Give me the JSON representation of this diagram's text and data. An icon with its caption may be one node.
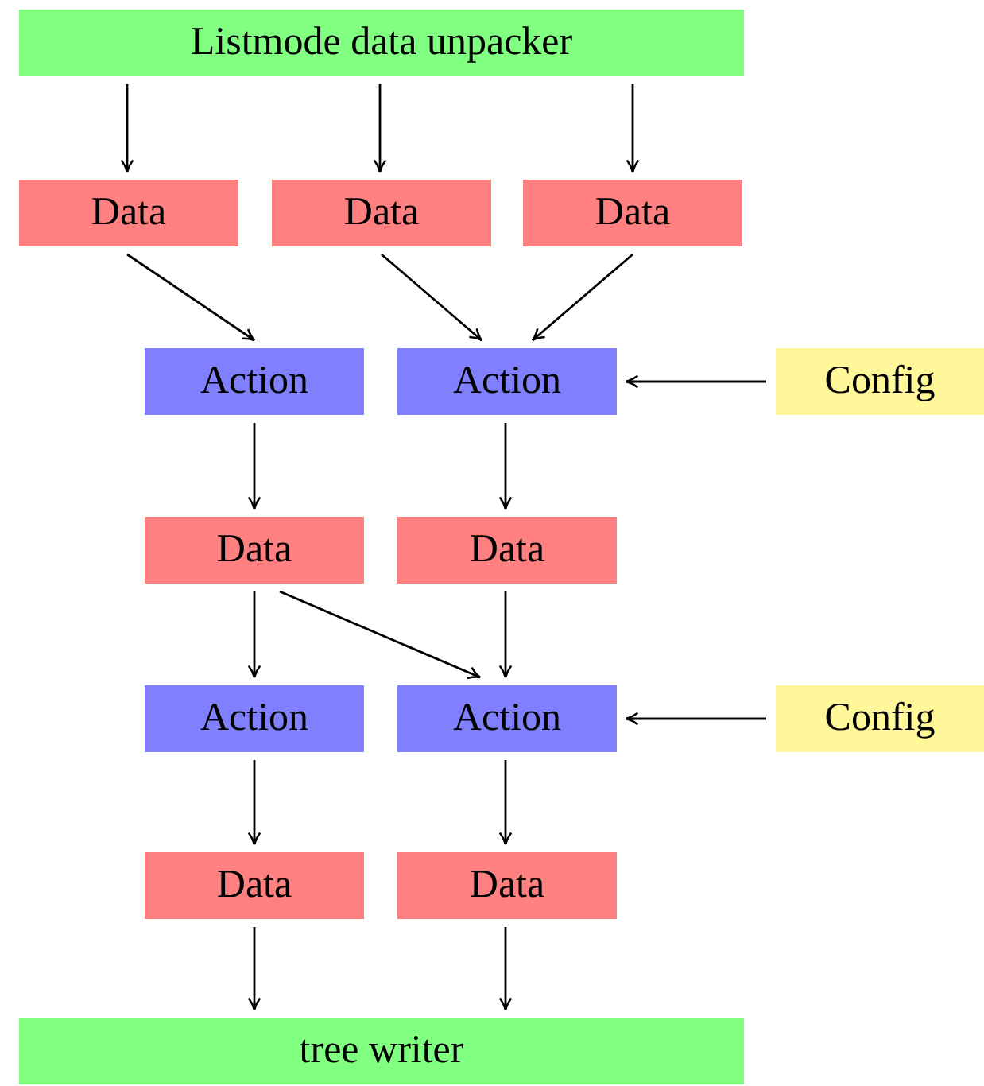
{
  "diagram": {
    "nodes": [
      {
        "text": [
          "Listmode data unpacker"
        ]
      },
      {
        "text": [
          "Data"
        ]
      },
      {
        "text": [
          "Data"
        ]
      },
      {
        "text": [
          "Data"
        ]
      },
      {
        "text": [
          "Action"
        ]
      },
      {
        "text": [
          "Action"
        ]
      },
      {
        "text": [
          "Config"
        ]
      },
      {
        "text": [
          "Data"
        ]
      },
      {
        "text": [
          "Data"
        ]
      },
      {
        "text": [
          "Action"
        ]
      },
      {
        "text": [
          "Action"
        ]
      },
      {
        "text": [
          "Config"
        ]
      },
      {
        "text": [
          "Data"
        ]
      },
      {
        "text": [
          "Data"
        ]
      },
      {
        "text": [
          "tree writer"
        ]
      }
    ],
    "edges": [
      {
        "from": 0,
        "to": 1,
        "arrow": "to"
      },
      {
        "from": 0,
        "to": 2,
        "arrow": "to"
      },
      {
        "from": 0,
        "to": 3,
        "arrow": "to"
      },
      {
        "from": 1,
        "to": 4,
        "arrow": "to"
      },
      {
        "from": 2,
        "to": 5,
        "arrow": "to"
      },
      {
        "from": 3,
        "to": 5,
        "arrow": "to"
      },
      {
        "from": 6,
        "to": 5,
        "arrow": "to"
      },
      {
        "from": 4,
        "to": 7,
        "arrow": "to"
      },
      {
        "from": 5,
        "to": 8,
        "arrow": "to"
      },
      {
        "from": 7,
        "to": 9,
        "arrow": "to"
      },
      {
        "from": 7,
        "to": 10,
        "arrow": "to"
      },
      {
        "from": 8,
        "to": 10,
        "arrow": "to"
      },
      {
        "from": 11,
        "to": 10,
        "arrow": "to"
      },
      {
        "from": 9,
        "to": 12,
        "arrow": "to"
      },
      {
        "from": 10,
        "to": 13,
        "arrow": "to"
      },
      {
        "from": 12,
        "to": 14,
        "arrow": "to"
      },
      {
        "from": 13,
        "to": 14,
        "arrow": "to"
      }
    ]
  }
}
